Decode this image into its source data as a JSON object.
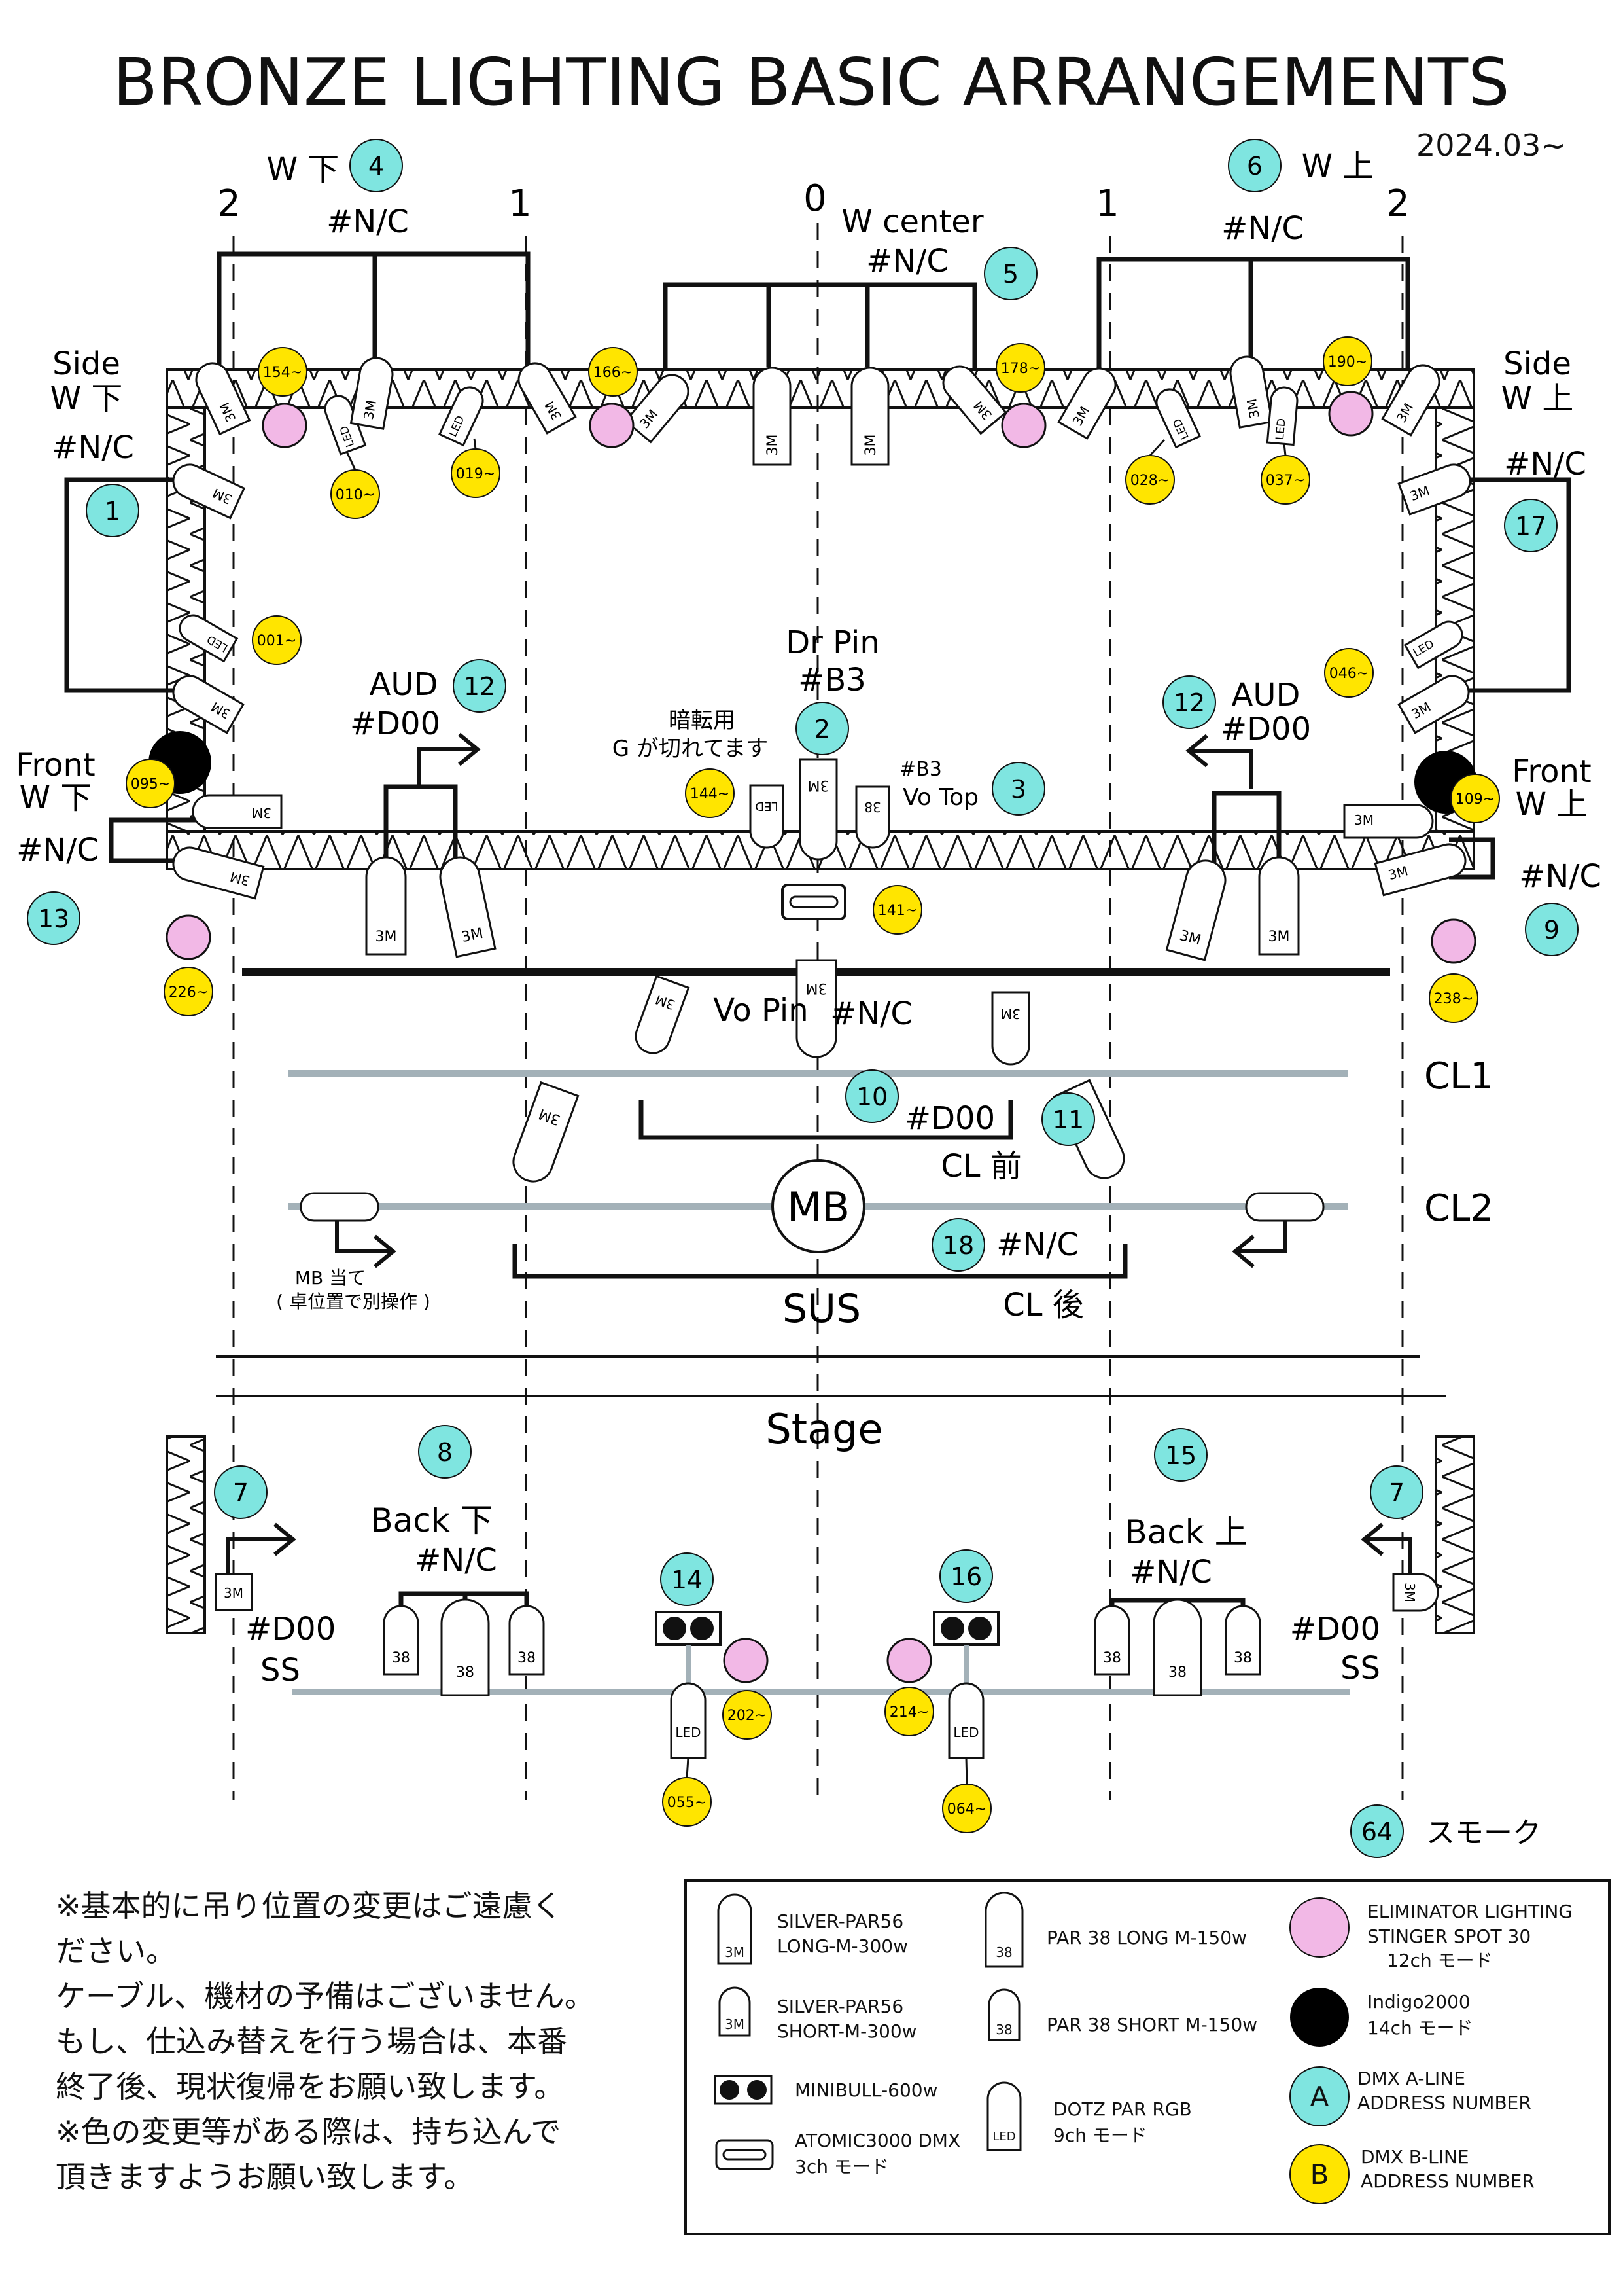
{
  "title": "BRONZE LIGHTING BASIC ARRANGEMENTS",
  "date": "2024.03~",
  "colors": {
    "a_line": "#7fe5e0",
    "b_line": "#ffe500",
    "stinger": "#f2b8e6",
    "pipe": "#a3b1b8",
    "indigo": "#000000",
    "line": "#111111"
  },
  "scale": [
    "2",
    "1",
    "0",
    "1",
    "2"
  ],
  "groups": {
    "w_down": {
      "label": "W 下",
      "gel": "#N/C",
      "dmx": "4"
    },
    "w_up": {
      "label": "W 上",
      "gel": "#N/C",
      "dmx": "6"
    },
    "w_center": {
      "label": "W  center",
      "gel": "#N/C",
      "dmx": "5"
    },
    "side_down": {
      "label1": "Side",
      "label2": "W  下",
      "gel": "#N/C",
      "dmx": "1"
    },
    "side_up": {
      "label1": "Side",
      "label2": "W  上",
      "gel": "#N/C",
      "dmx": "17"
    },
    "front_down": {
      "label1": "Front",
      "label2": "W  下",
      "gel": "#N/C",
      "dmx": "13"
    },
    "front_up": {
      "label1": "Front",
      "label2": "W  上",
      "gel": "#N/C",
      "dmx": "9"
    },
    "aud_left": {
      "label": "AUD",
      "gel": "#D00",
      "dmx": "12"
    },
    "aud_right": {
      "label": "AUD",
      "gel": "#D00",
      "dmx": "12"
    },
    "dr_pin": {
      "label": "Dr Pin",
      "gel": "#B3",
      "dmx": "2"
    },
    "vo_top": {
      "gel": "#B3",
      "label": "Vo Top",
      "dmx": "3"
    },
    "vo_pin": {
      "label": "Vo Pin",
      "gel": "#N/C",
      "dmx": "10"
    },
    "cl_front": {
      "gel": "#D00",
      "label": "CL 前",
      "dmx": "11"
    },
    "cl_back": {
      "gel": "#N/C",
      "label": "CL 後",
      "dmx": "18"
    },
    "back_down": {
      "label": "Back 下",
      "gel": "#N/C",
      "dmx": "8"
    },
    "back_up": {
      "label": "Back 上",
      "gel": "#N/C",
      "dmx": "15"
    },
    "ss_left": {
      "gel": "#D00",
      "label": "SS",
      "dmx": "7"
    },
    "ss_right": {
      "gel": "#D00",
      "label": "SS",
      "dmx": "7"
    },
    "minibull_left": {
      "dmx": "14"
    },
    "minibull_right": {
      "dmx": "16"
    },
    "smoke": {
      "dmx": "64",
      "label": "スモーク"
    }
  },
  "blackout_note": [
    "暗転用",
    "G が切れてます"
  ],
  "mb_note": [
    "MB 当て",
    "( 卓位置で別操作 )"
  ],
  "places": {
    "cl1": "CL1",
    "cl2": "CL2",
    "mb": "MB",
    "sus": "SUS",
    "stage": "Stage"
  },
  "fixture_labels": {
    "par56": "3M",
    "par38": "38",
    "led": "LED"
  },
  "b_addresses": [
    "154~",
    "010~",
    "019~",
    "166~",
    "178~",
    "190~",
    "028~",
    "037~",
    "001~",
    "046~",
    "095~",
    "109~",
    "144~",
    "141~",
    "226~",
    "238~",
    "202~",
    "214~",
    "055~",
    "064~"
  ],
  "notes": [
    "※基本的に吊り位置の変更はご遠慮く",
    "ださい。",
    "ケーブル、機材の予備はございません。",
    "もし、仕込み替えを行う場合は、本番",
    "終了後、現状復帰をお願い致します。",
    "※色の変更等がある際は、持ち込んで",
    "頂きますようお願い致します。"
  ],
  "legend": {
    "par56_long": [
      "SILVER-PAR56",
      "LONG-M-300w"
    ],
    "par56_short": [
      "SILVER-PAR56",
      "SHORT-M-300w"
    ],
    "minibull": "MINIBULL-600w",
    "atomic": [
      "ATOMIC3000 DMX",
      "3ch モード"
    ],
    "par38_long": "PAR 38 LONG M-150w",
    "par38_short": "PAR 38 SHORT M-150w",
    "dotz": [
      "DOTZ PAR RGB",
      "9ch モード"
    ],
    "stinger": [
      "ELIMINATOR LIGHTING",
      "STINGER SPOT 30",
      "12ch モード"
    ],
    "indigo": [
      "Indigo2000",
      "14ch モード"
    ],
    "a_line": [
      "DMX A-LINE",
      "ADDRESS NUMBER"
    ],
    "b_line": [
      "DMX B-LINE",
      "ADDRESS NUMBER"
    ],
    "a_badge": "A",
    "b_badge": "B"
  }
}
